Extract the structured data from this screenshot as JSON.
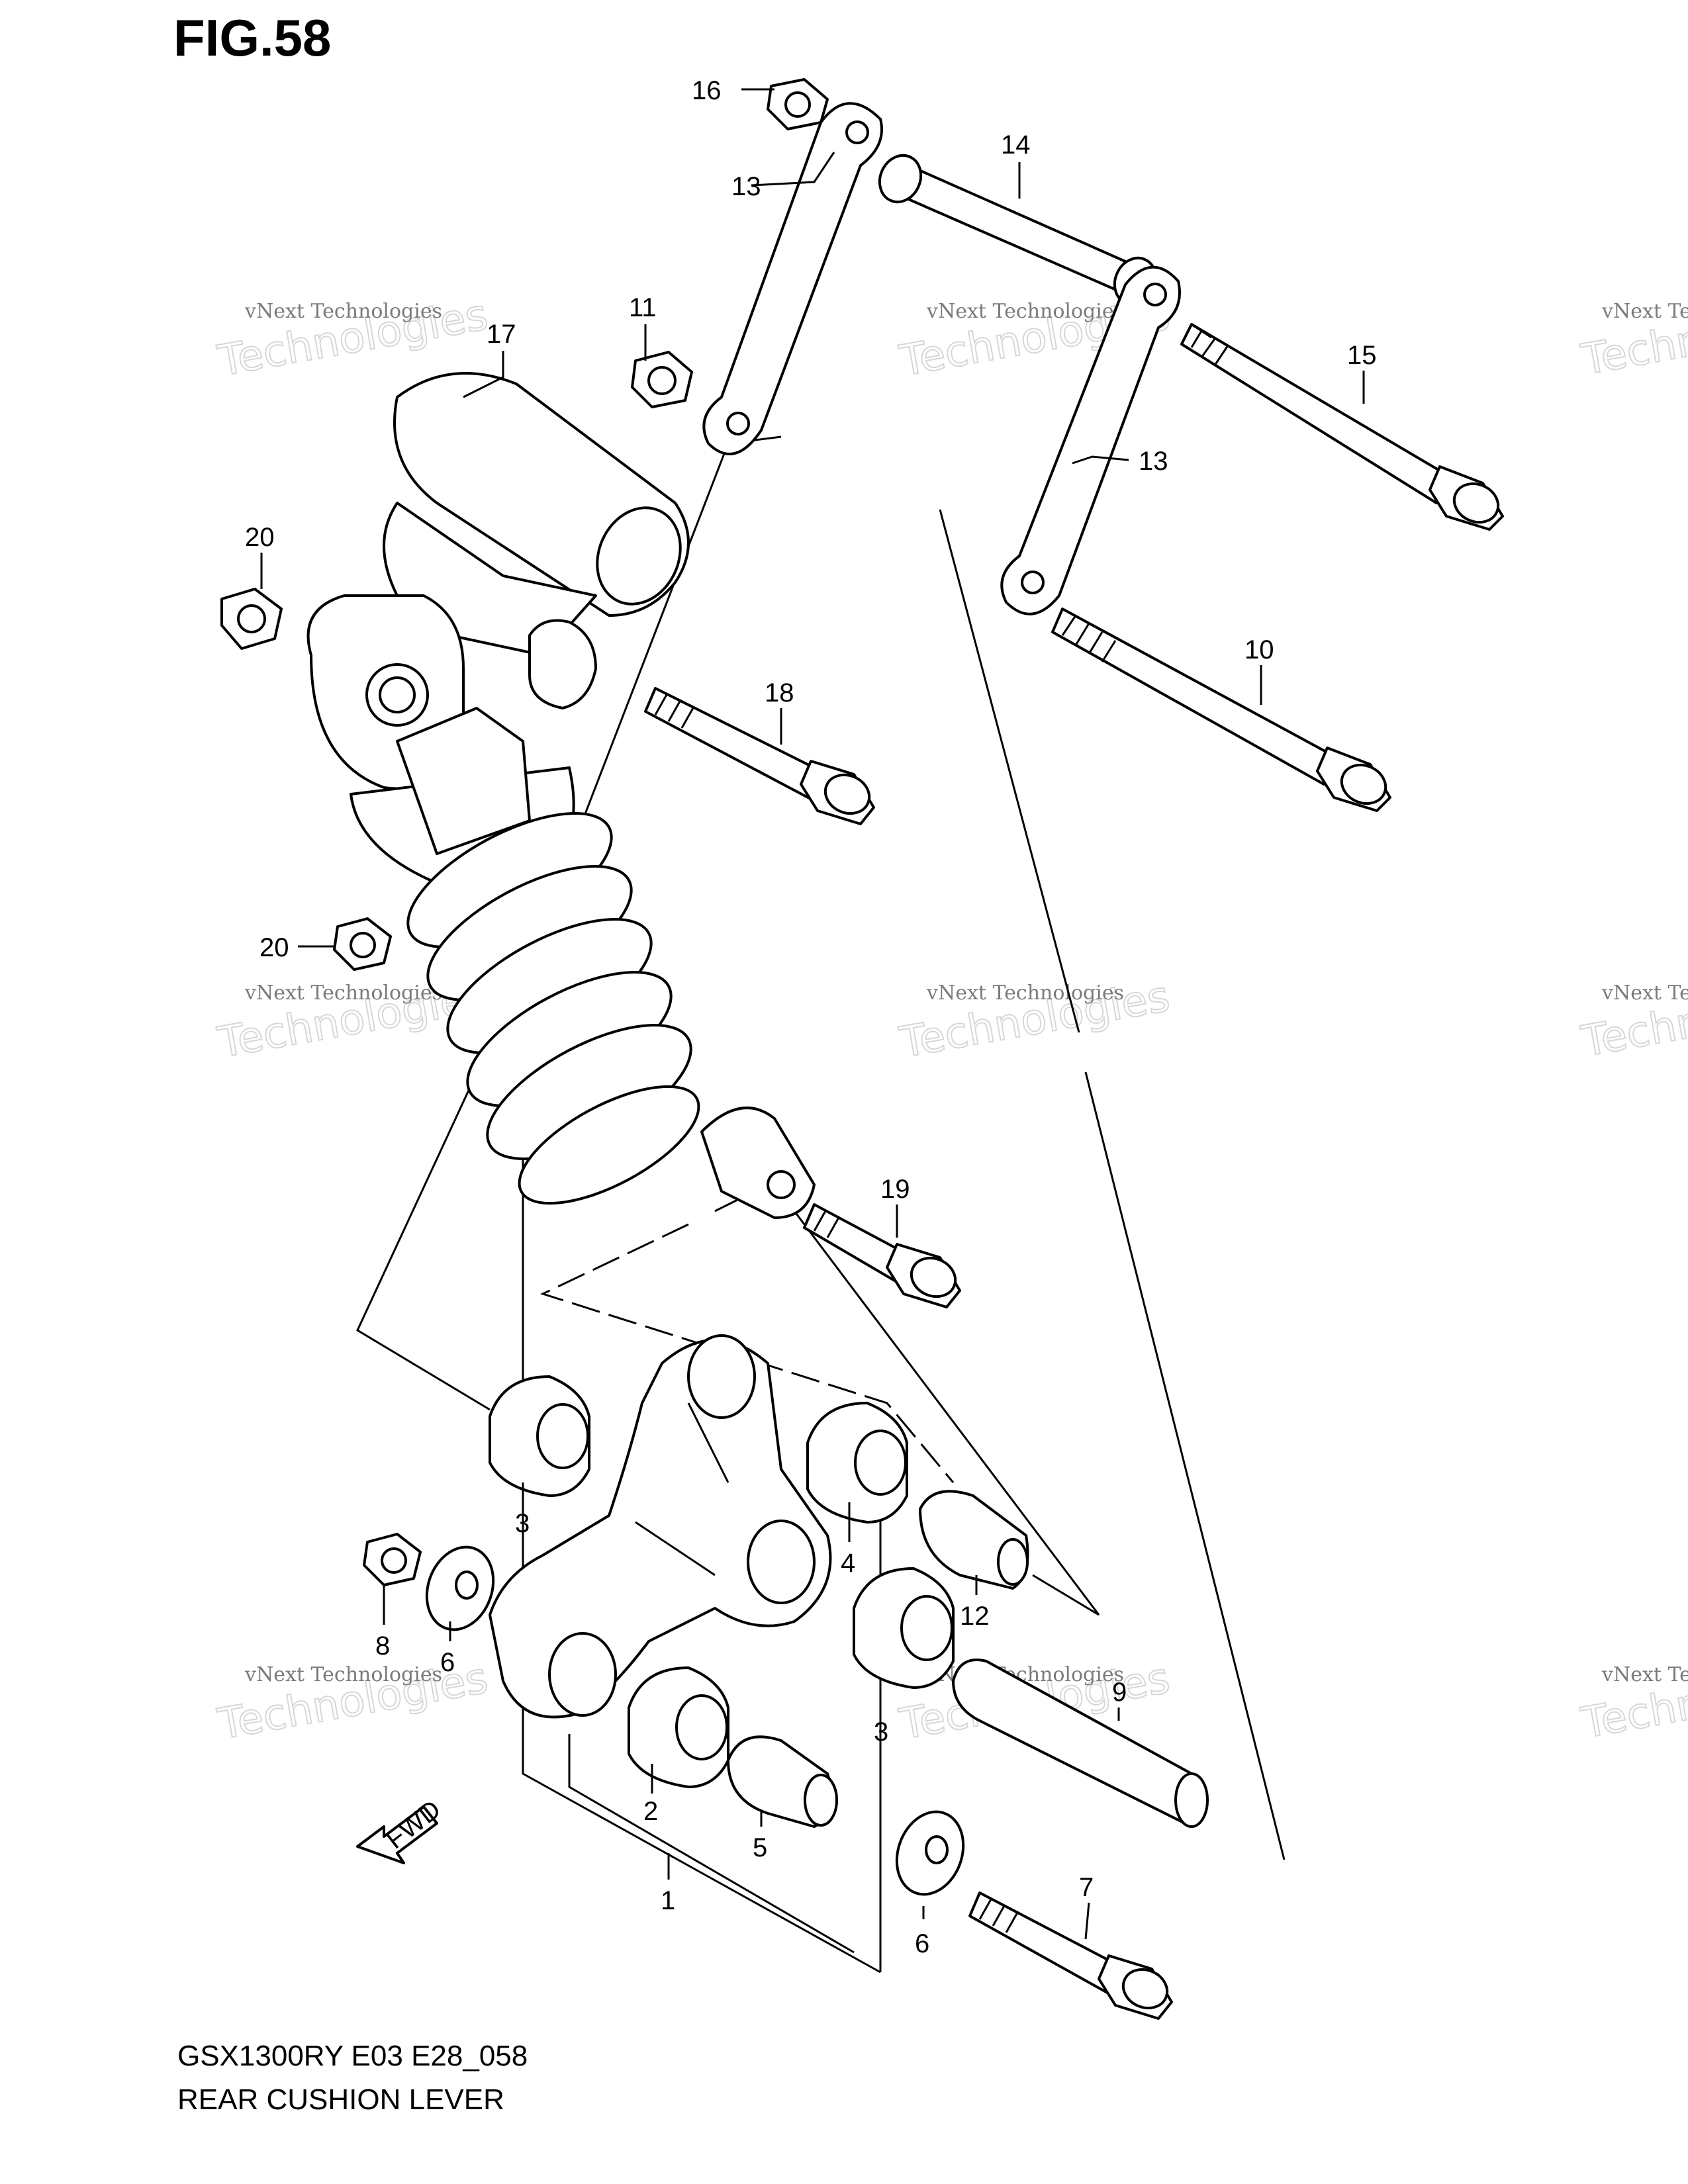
{
  "figure": {
    "title": "FIG.58"
  },
  "footer": {
    "model_code": "GSX1300RY E03 E28_058",
    "section_name": "REAR CUSHION LEVER"
  },
  "watermark": {
    "line1": "vNext Technologies",
    "line2": "Technologies",
    "logo_text": "vNext"
  },
  "fwd_arrow": {
    "label": "FWD"
  },
  "callouts": [
    {
      "id": "c16",
      "label": "16"
    },
    {
      "id": "c13a",
      "label": "13"
    },
    {
      "id": "c14",
      "label": "14"
    },
    {
      "id": "c11",
      "label": "11"
    },
    {
      "id": "c17",
      "label": "17"
    },
    {
      "id": "c15",
      "label": "15"
    },
    {
      "id": "c13b",
      "label": "13"
    },
    {
      "id": "c20a",
      "label": "20"
    },
    {
      "id": "c18",
      "label": "18"
    },
    {
      "id": "c10",
      "label": "10"
    },
    {
      "id": "c20b",
      "label": "20"
    },
    {
      "id": "c19",
      "label": "19"
    },
    {
      "id": "c3a",
      "label": "3"
    },
    {
      "id": "c4",
      "label": "4"
    },
    {
      "id": "c12",
      "label": "12"
    },
    {
      "id": "c8",
      "label": "8"
    },
    {
      "id": "c6a",
      "label": "6"
    },
    {
      "id": "c9",
      "label": "9"
    },
    {
      "id": "c3b",
      "label": "3"
    },
    {
      "id": "c2",
      "label": "2"
    },
    {
      "id": "c5",
      "label": "5"
    },
    {
      "id": "c1",
      "label": "1"
    },
    {
      "id": "c7",
      "label": "7"
    },
    {
      "id": "c6b",
      "label": "6"
    }
  ]
}
